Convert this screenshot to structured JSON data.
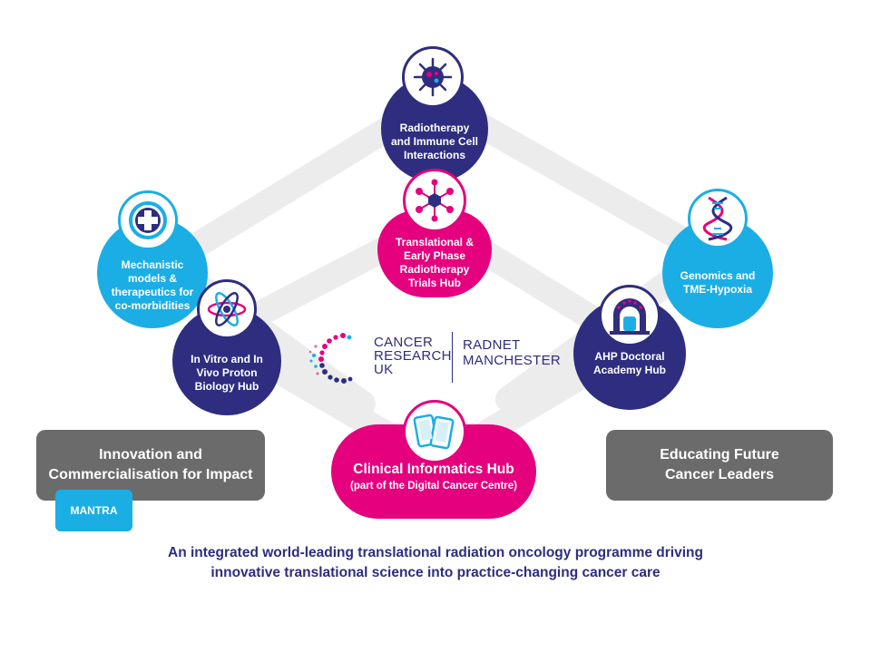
{
  "hubs": {
    "top": {
      "label": "Radiotherapy and Immune Cell Interactions",
      "icon": "virus-icon"
    },
    "center": {
      "label": "Translational & Early Phase Radiotherapy Trials Hub",
      "icon": "molecule-network-icon"
    },
    "left_upper": {
      "label": "Mechanistic models & therapeutics for co-morbidities",
      "icon": "medical-cross-icon"
    },
    "left_lower": {
      "label": "In Vitro and In Vivo Proton Biology Hub",
      "icon": "atom-icon"
    },
    "right_upper": {
      "label": "Genomics and TME-Hypoxia",
      "icon": "dna-icon"
    },
    "right_lower": {
      "label": "AHP Doctoral Academy Hub",
      "icon": "scanner-icon"
    },
    "bottom": {
      "title": "Clinical Informatics Hub",
      "subtitle": "(part of the Digital Cancer Centre)",
      "icon": "tablets-icon"
    }
  },
  "logo": {
    "cancer_research": [
      "CANCER",
      "RESEARCH",
      "UK"
    ],
    "radnet": [
      "RADNET",
      "MANCHESTER"
    ]
  },
  "boxes": {
    "left": "Innovation and Commercialisation for Impact",
    "left_badge": "MANTRA",
    "right": "Educating Future Cancer Leaders"
  },
  "caption": {
    "line1": "An integrated world-leading translational radiation oncology programme driving",
    "line2": "innovative translational science into practice-changing cancer care"
  },
  "colors": {
    "navy": "#2e2d7f",
    "magenta": "#e5007e",
    "cyan": "#1aaee5",
    "grey": "#6b6b6b"
  }
}
